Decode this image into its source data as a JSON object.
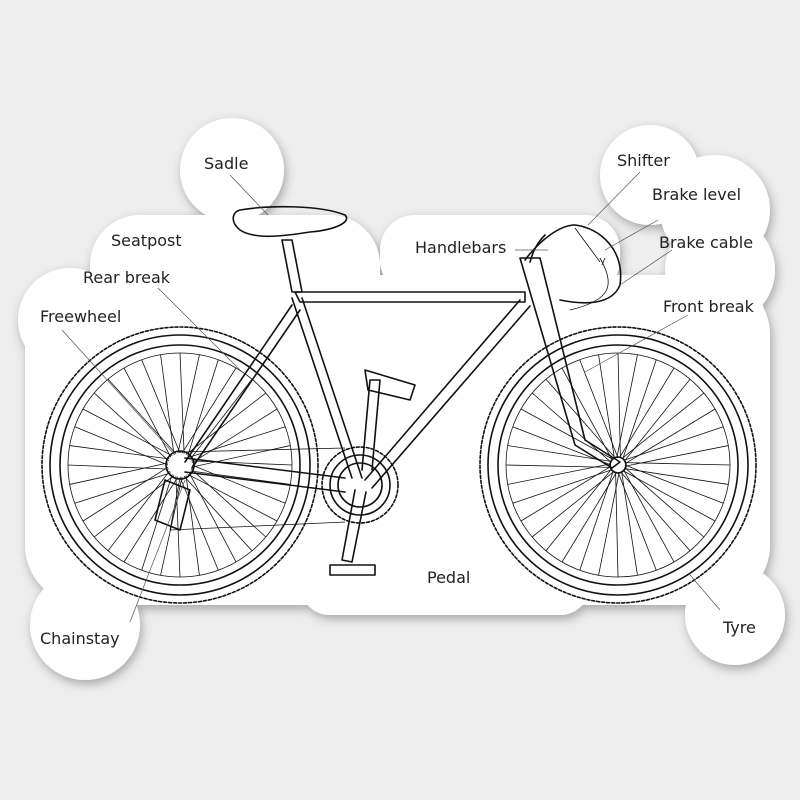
{
  "background_color": "#eeeeee",
  "sticker_color": "#ffffff",
  "line_color": "#111111",
  "labels": {
    "sadle": "Sadle",
    "seatpost": "Seatpost",
    "rear_break": "Rear break",
    "freewheel": "Freewheel",
    "chainstay": "Chainstay",
    "pedal": "Pedal",
    "tyre": "Tyre",
    "front_break": "Front break",
    "brake_cable": "Brake cable",
    "brake_level": "Brake level",
    "shifter": "Shifter",
    "handlebars": "Handlebars"
  }
}
